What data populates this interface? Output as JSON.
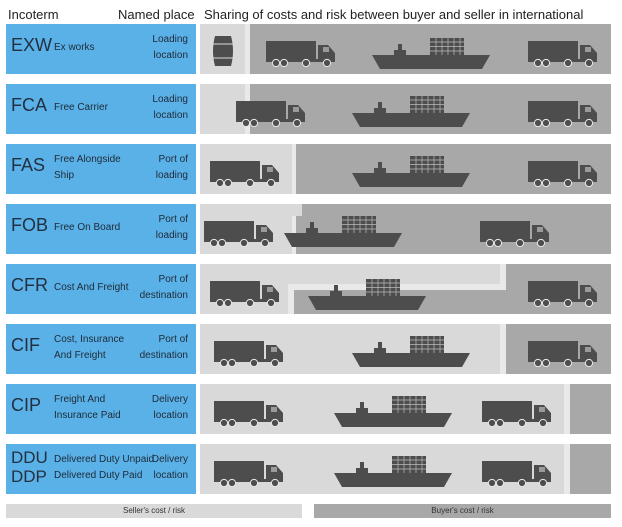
{
  "header": {
    "incoterm_label": "Incoterm",
    "named_place_label": "Named place",
    "title": "Sharing of costs and risk between buyer and seller in international traffic."
  },
  "rows": [
    {
      "code": "EXW",
      "desc1": "Ex works",
      "desc2": "",
      "place1": "Loading",
      "place2": "location"
    },
    {
      "code": "FCA",
      "desc1": "Free Carrier",
      "desc2": "",
      "place1": "Loading",
      "place2": "location"
    },
    {
      "code": "FAS",
      "desc1": "Free Alongside",
      "desc2": "Ship",
      "place1": "Port of",
      "place2": "loading"
    },
    {
      "code": "FOB",
      "desc1": "Free On Board",
      "desc2": "",
      "place1": "Port of",
      "place2": "loading"
    },
    {
      "code": "CFR",
      "desc1": "Cost And Freight",
      "desc2": "",
      "place1": "Port of",
      "place2": "destination"
    },
    {
      "code": "CIF",
      "desc1": "Cost, Insurance",
      "desc2": "And Freight",
      "place1": "Port of",
      "place2": "destination"
    },
    {
      "code": "CIP",
      "desc1": "Freight And",
      "desc2": "Insurance Paid",
      "place1": "Delivery",
      "place2": "location"
    },
    {
      "code": "DDU",
      "code2": "DDP",
      "desc1": "Delivered Duty Unpaid",
      "desc2": "Delivered Duty Paid",
      "place1": "Delivery",
      "place2": "location"
    }
  ],
  "legend": {
    "seller": "Seller's cost / risk",
    "buyer": "Buyer's cost / risk"
  },
  "colors": {
    "term_blue": "#5ab1e8",
    "seller": "#d9d9d9",
    "buyer": "#a8a8a8",
    "vehicle": "#4d4d4d"
  }
}
